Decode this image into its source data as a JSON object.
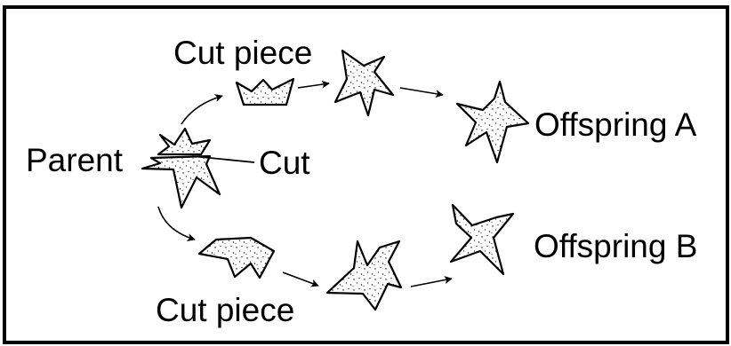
{
  "labels": {
    "parent": "Parent",
    "cut": "Cut",
    "cut_piece_top": "Cut piece",
    "cut_piece_bottom": "Cut piece",
    "offspring_a": "Offspring A",
    "offspring_b": "Offspring B"
  },
  "colors": {
    "ink": "#000000",
    "background": "#ffffff"
  }
}
